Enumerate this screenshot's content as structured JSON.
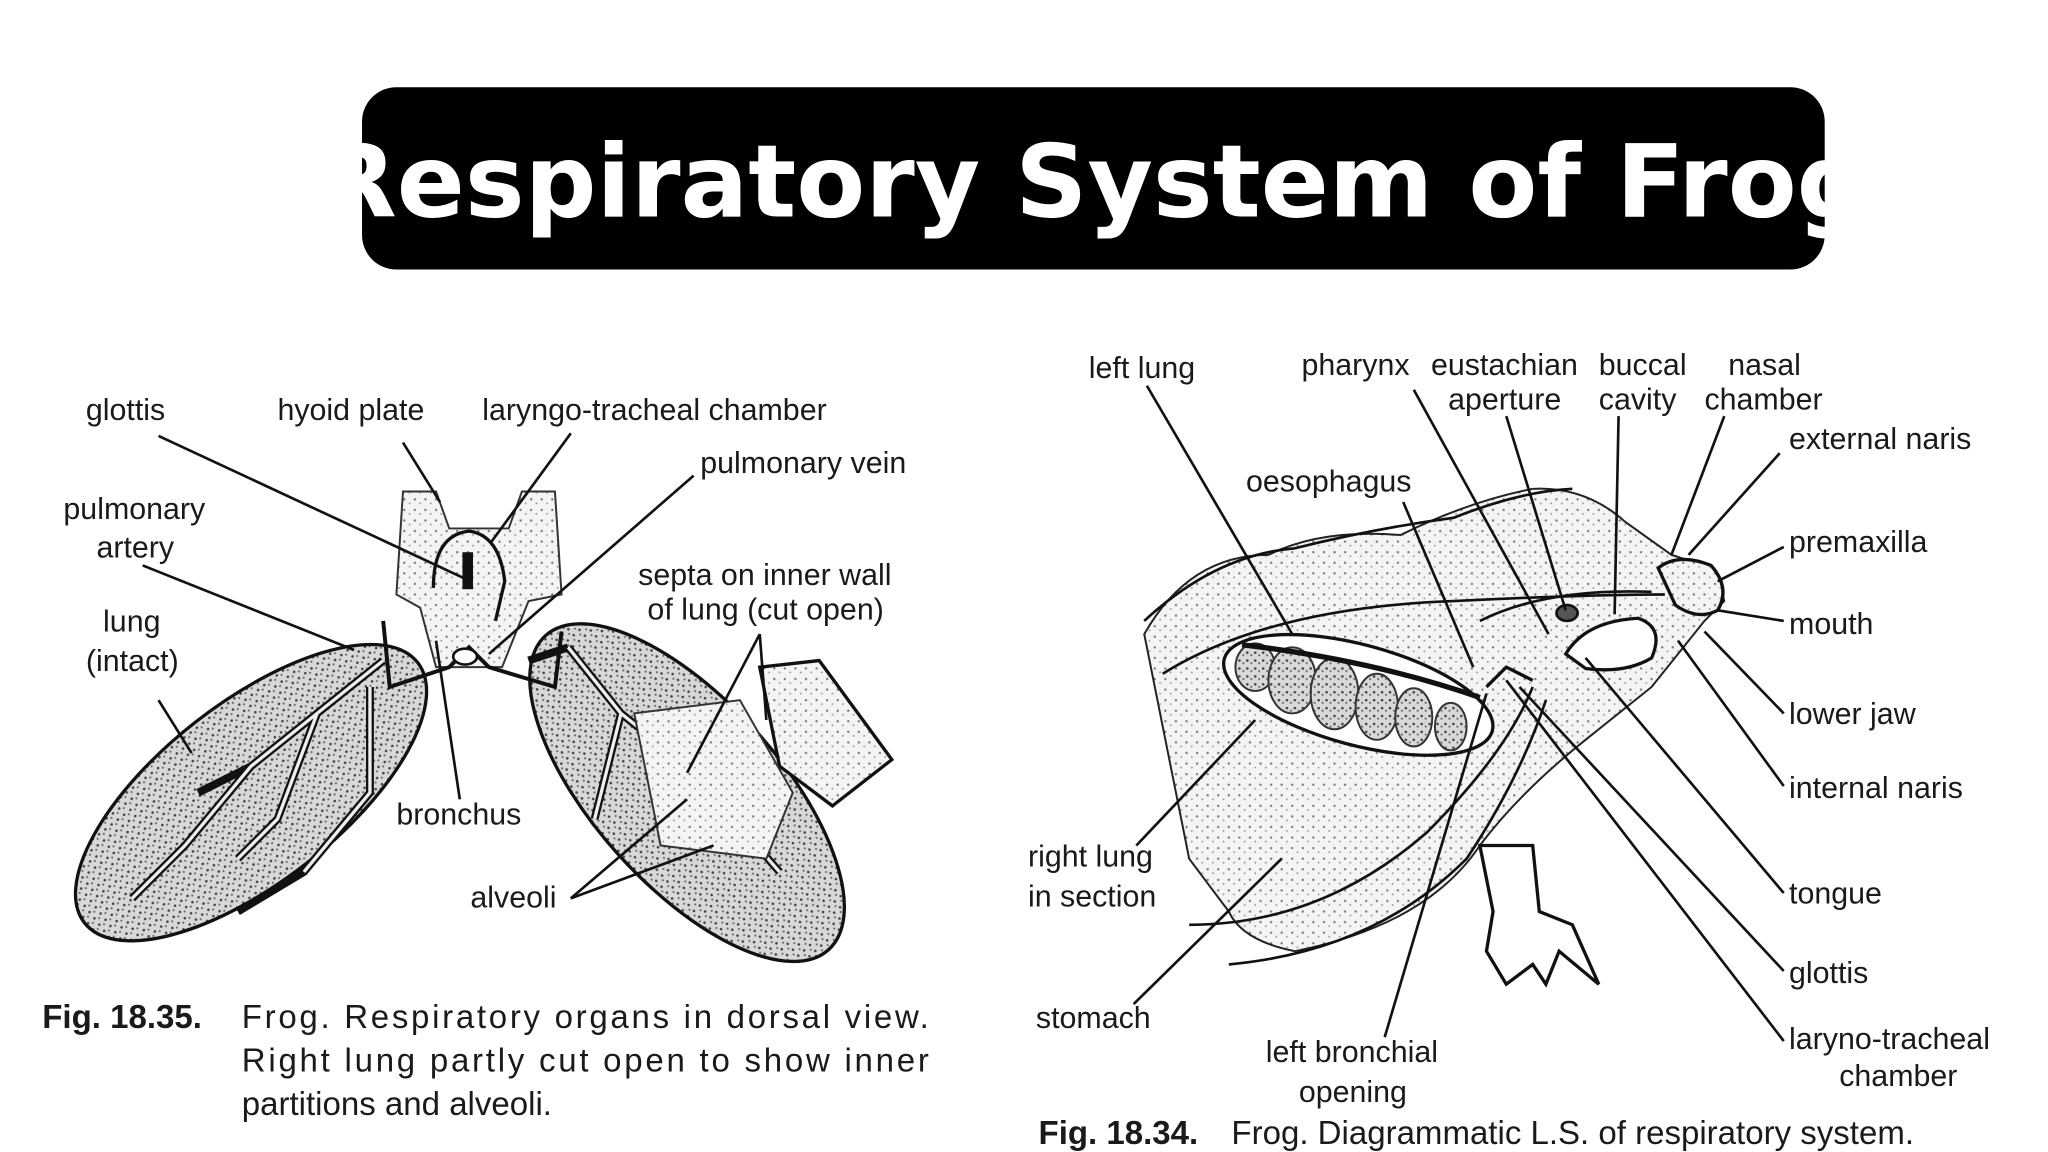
{
  "title": "Respiratory System of Frog",
  "colors": {
    "title_bg": "#000000",
    "title_text": "#ffffff",
    "ink": "#1a1a1a"
  },
  "figure_left": {
    "labels": {
      "glottis": "glottis",
      "hyoid_plate": "hyoid plate",
      "laryngo_tracheal": "laryngo-tracheal chamber",
      "pulmonary_vein": "pulmonary vein",
      "pulmonary_artery_1": "pulmonary",
      "pulmonary_artery_2": "artery",
      "septa_1": "septa on inner wall",
      "septa_2": "of lung (cut open)",
      "lung_1": "lung",
      "lung_2": "(intact)",
      "bronchus": "bronchus",
      "alveoli": "alveoli"
    },
    "caption": {
      "number": "Fig. 18.35.",
      "line1": "Frog. Respiratory organs in dorsal view.",
      "line2": "Right lung partly cut open to show inner",
      "line3": "partitions and alveoli."
    }
  },
  "figure_right": {
    "labels": {
      "left_lung": "left lung",
      "pharynx": "pharynx",
      "eustachian_1": "eustachian",
      "eustachian_2": "aperture",
      "buccal_1": "buccal",
      "buccal_2": "cavity",
      "nasal_1": "nasal",
      "nasal_2": "chamber",
      "external_naris": "external naris",
      "oesophagus": "oesophagus",
      "premaxilla": "premaxilla",
      "mouth": "mouth",
      "lower_jaw": "lower jaw",
      "internal_naris": "internal naris",
      "right_lung_1": "right lung",
      "right_lung_2": "in section",
      "tongue": "tongue",
      "glottis": "glottis",
      "stomach": "stomach",
      "laryno_1": "laryno-tracheal",
      "laryno_2": "chamber",
      "left_bronchial_1": "left bronchial",
      "left_bronchial_2": "opening"
    },
    "caption": {
      "number": "Fig. 18.34.",
      "text": "Frog. Diagrammatic L.S. of respiratory system."
    }
  }
}
